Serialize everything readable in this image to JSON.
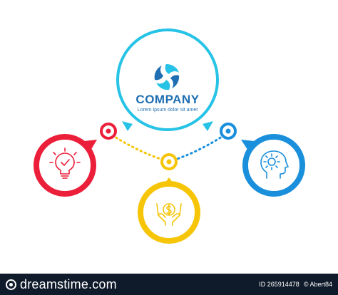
{
  "colors": {
    "cyan": "#27C3E6",
    "red": "#EC1F3A",
    "blue": "#1A8FDC",
    "yellow": "#F6C508",
    "company_text": "#1F6FB2",
    "footer_bg": "#0F1B2A",
    "footer_text": "#FFFFFF"
  },
  "company": {
    "name": "COMPANY",
    "tagline": "Lorem ipsum dolor sit amet"
  },
  "nodes": [
    {
      "id": "lightbulb",
      "icon": "lightbulb-check-icon",
      "color": "red"
    },
    {
      "id": "money",
      "icon": "hands-money-icon",
      "color": "yellow"
    },
    {
      "id": "head",
      "icon": "head-gear-icon",
      "color": "blue"
    }
  ],
  "footer": {
    "brand": "dreamstime.com",
    "id_text": "ID 265914478",
    "author": "© Abert84"
  }
}
